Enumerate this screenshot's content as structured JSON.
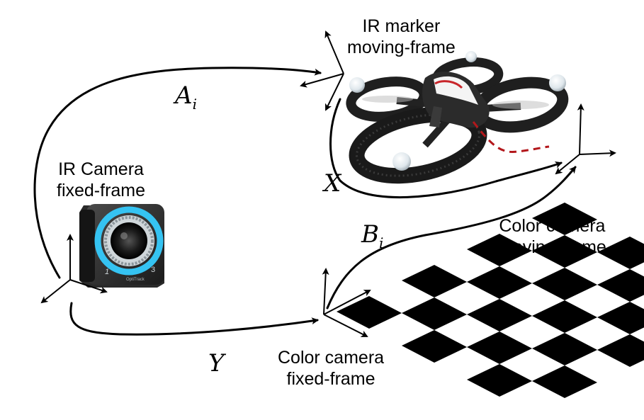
{
  "labels": {
    "ir_marker": [
      "IR marker",
      "moving-frame"
    ],
    "ir_camera": [
      "IR Camera",
      "fixed-frame"
    ],
    "color_camera_moving": [
      "Color camera",
      "moving-frame"
    ],
    "color_camera_fixed": [
      "Color camera",
      "fixed-frame"
    ]
  },
  "transforms": {
    "a": {
      "symbol": "A",
      "subscript": "i"
    },
    "b": {
      "symbol": "B",
      "subscript": "i"
    },
    "x": {
      "symbol": "X"
    },
    "y": {
      "symbol": "Y"
    }
  },
  "camera_text": {
    "left_digit": "1",
    "brand": "OptiTrack",
    "right_digit": "3"
  },
  "colors": {
    "stroke": "#000000",
    "dashed_link": "#b3171b",
    "camera_ring": "#35c3f2",
    "marker_ball": "#e8eef2",
    "checker": "#000000"
  },
  "checkerboard": {
    "rows": 6,
    "cols": 7,
    "pattern": "alternating"
  }
}
